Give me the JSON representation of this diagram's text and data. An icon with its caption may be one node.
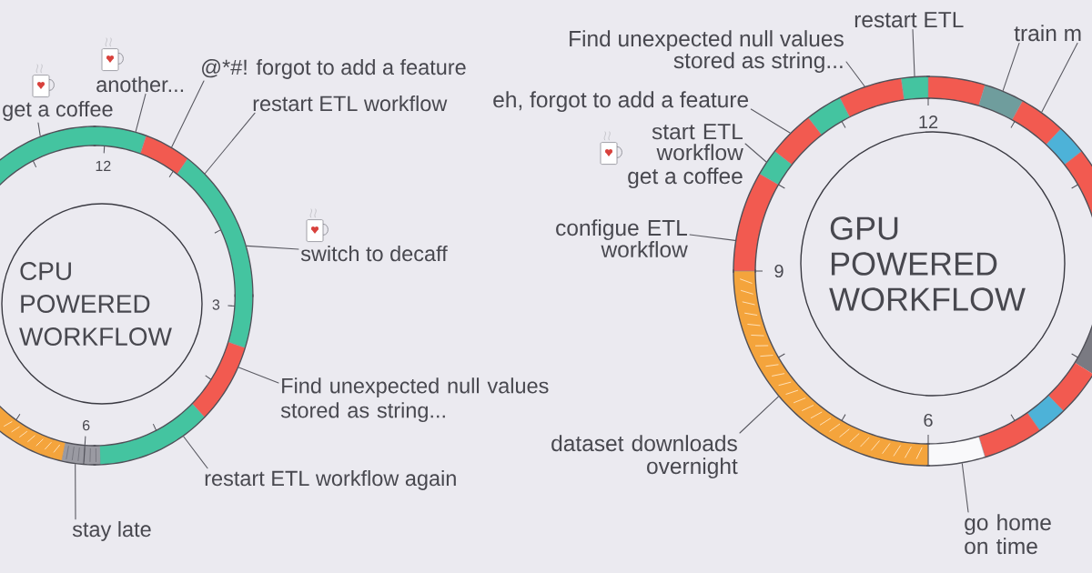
{
  "diagram": {
    "nodes": [
      {
        "text": [
          "12",
          "3",
          "6"
        ]
      },
      {
        "text": [
          "CPU POWERED WORKFLOW"
        ],
        "in": 0
      },
      {
        "text": [
          "get a coffee"
        ]
      },
      {
        "text": [
          "another..."
        ]
      },
      {
        "text": [
          "@*#! forgot to add a feature"
        ]
      },
      {
        "text": [
          "restart ETL workflow"
        ]
      },
      {
        "text": [
          "switch to decaff"
        ]
      },
      {
        "text": [
          "Find unexpected null values stored as string..."
        ]
      },
      {
        "text": [
          "restart ETL workflow again"
        ]
      },
      {
        "text": [
          "stay late"
        ]
      },
      {
        "text": [
          "12",
          "9",
          "6"
        ]
      },
      {
        "text": [
          "GPU POWERED WORKFLOW"
        ],
        "in": 10
      },
      {
        "text": [
          "Find unexpected null values stored as string..."
        ]
      },
      {
        "text": [
          "restart ETL"
        ]
      },
      {
        "text": [
          "train m"
        ]
      },
      {
        "text": [
          "eh, forgot to add a feature"
        ]
      },
      {
        "text": [
          "start ETL workflow"
        ]
      },
      {
        "text": [
          "get a coffee"
        ]
      },
      {
        "text": [
          "configue ETL workflow"
        ]
      },
      {
        "text": [
          "dataset downloads overnight"
        ]
      },
      {
        "text": [
          "go home on time"
        ]
      }
    ],
    "edges": [
      {
        "from": 2,
        "to": 0,
        "arrow": "none"
      },
      {
        "from": 3,
        "to": 0,
        "arrow": "none"
      },
      {
        "from": 4,
        "to": 0,
        "arrow": "none"
      },
      {
        "from": 5,
        "to": 0,
        "arrow": "none"
      },
      {
        "from": 6,
        "to": 0,
        "arrow": "none"
      },
      {
        "from": 7,
        "to": 0,
        "arrow": "none"
      },
      {
        "from": 8,
        "to": 0,
        "arrow": "none"
      },
      {
        "from": 9,
        "to": 0,
        "arrow": "none"
      },
      {
        "from": 12,
        "to": 10,
        "arrow": "none"
      },
      {
        "from": 13,
        "to": 10,
        "arrow": "none"
      },
      {
        "from": 14,
        "to": 10,
        "arrow": "none"
      },
      {
        "from": 14,
        "to": 10,
        "arrow": "none"
      },
      {
        "from": 15,
        "to": 10,
        "arrow": "none"
      },
      {
        "from": 16,
        "to": 10,
        "arrow": "none"
      },
      {
        "from": 18,
        "to": 10,
        "arrow": "none"
      },
      {
        "from": 19,
        "to": 10,
        "arrow": "none"
      },
      {
        "from": 20,
        "to": 10,
        "arrow": "none"
      }
    ]
  }
}
